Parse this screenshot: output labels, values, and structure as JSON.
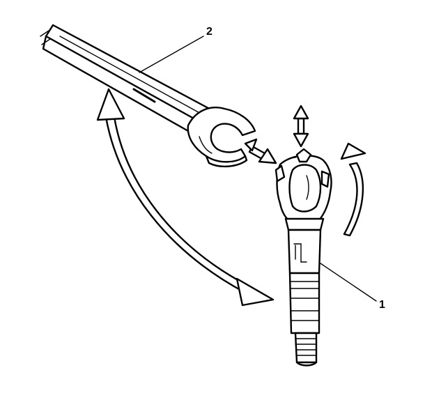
{
  "callouts": [
    {
      "id": "1",
      "text": "1"
    },
    {
      "id": "2",
      "text": "2"
    }
  ]
}
